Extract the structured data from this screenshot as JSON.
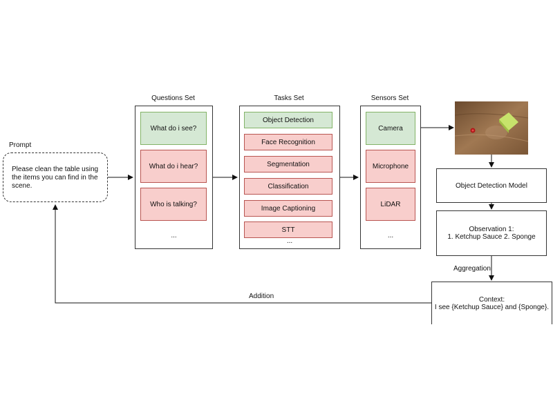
{
  "prompt": {
    "title": "Prompt",
    "text": "Please clean the table using the items you can find in the scene."
  },
  "questions": {
    "title": "Questions Set",
    "items": [
      "What do i see?",
      "What do i hear?",
      "Who is talking?"
    ],
    "ellipsis": "..."
  },
  "tasks": {
    "title": "Tasks Set",
    "items": [
      "Object Detection",
      "Face Recognition",
      "Segmentation",
      "Classification",
      "Image Captioning",
      "STT"
    ],
    "ellipsis": "..."
  },
  "sensors": {
    "title": "Sensors Set",
    "items": [
      "Camera",
      "Microphone",
      "LiDAR"
    ],
    "ellipsis": "..."
  },
  "model": {
    "label": "Object Detection Model"
  },
  "observation": {
    "line1": "Observation 1:",
    "line2": "1. Ketchup Sauce 2. Sponge"
  },
  "aggregation_label": "Aggregation",
  "context": {
    "line1": "Context:",
    "line2": "I see {Ketchup Sauce} and {Sponge}."
  },
  "addition_label": "Addition",
  "colors": {
    "selected_fill": "#d5e8d4",
    "selected_border": "#82b366",
    "unselected_fill": "#f8cecc",
    "unselected_border": "#b85450"
  }
}
